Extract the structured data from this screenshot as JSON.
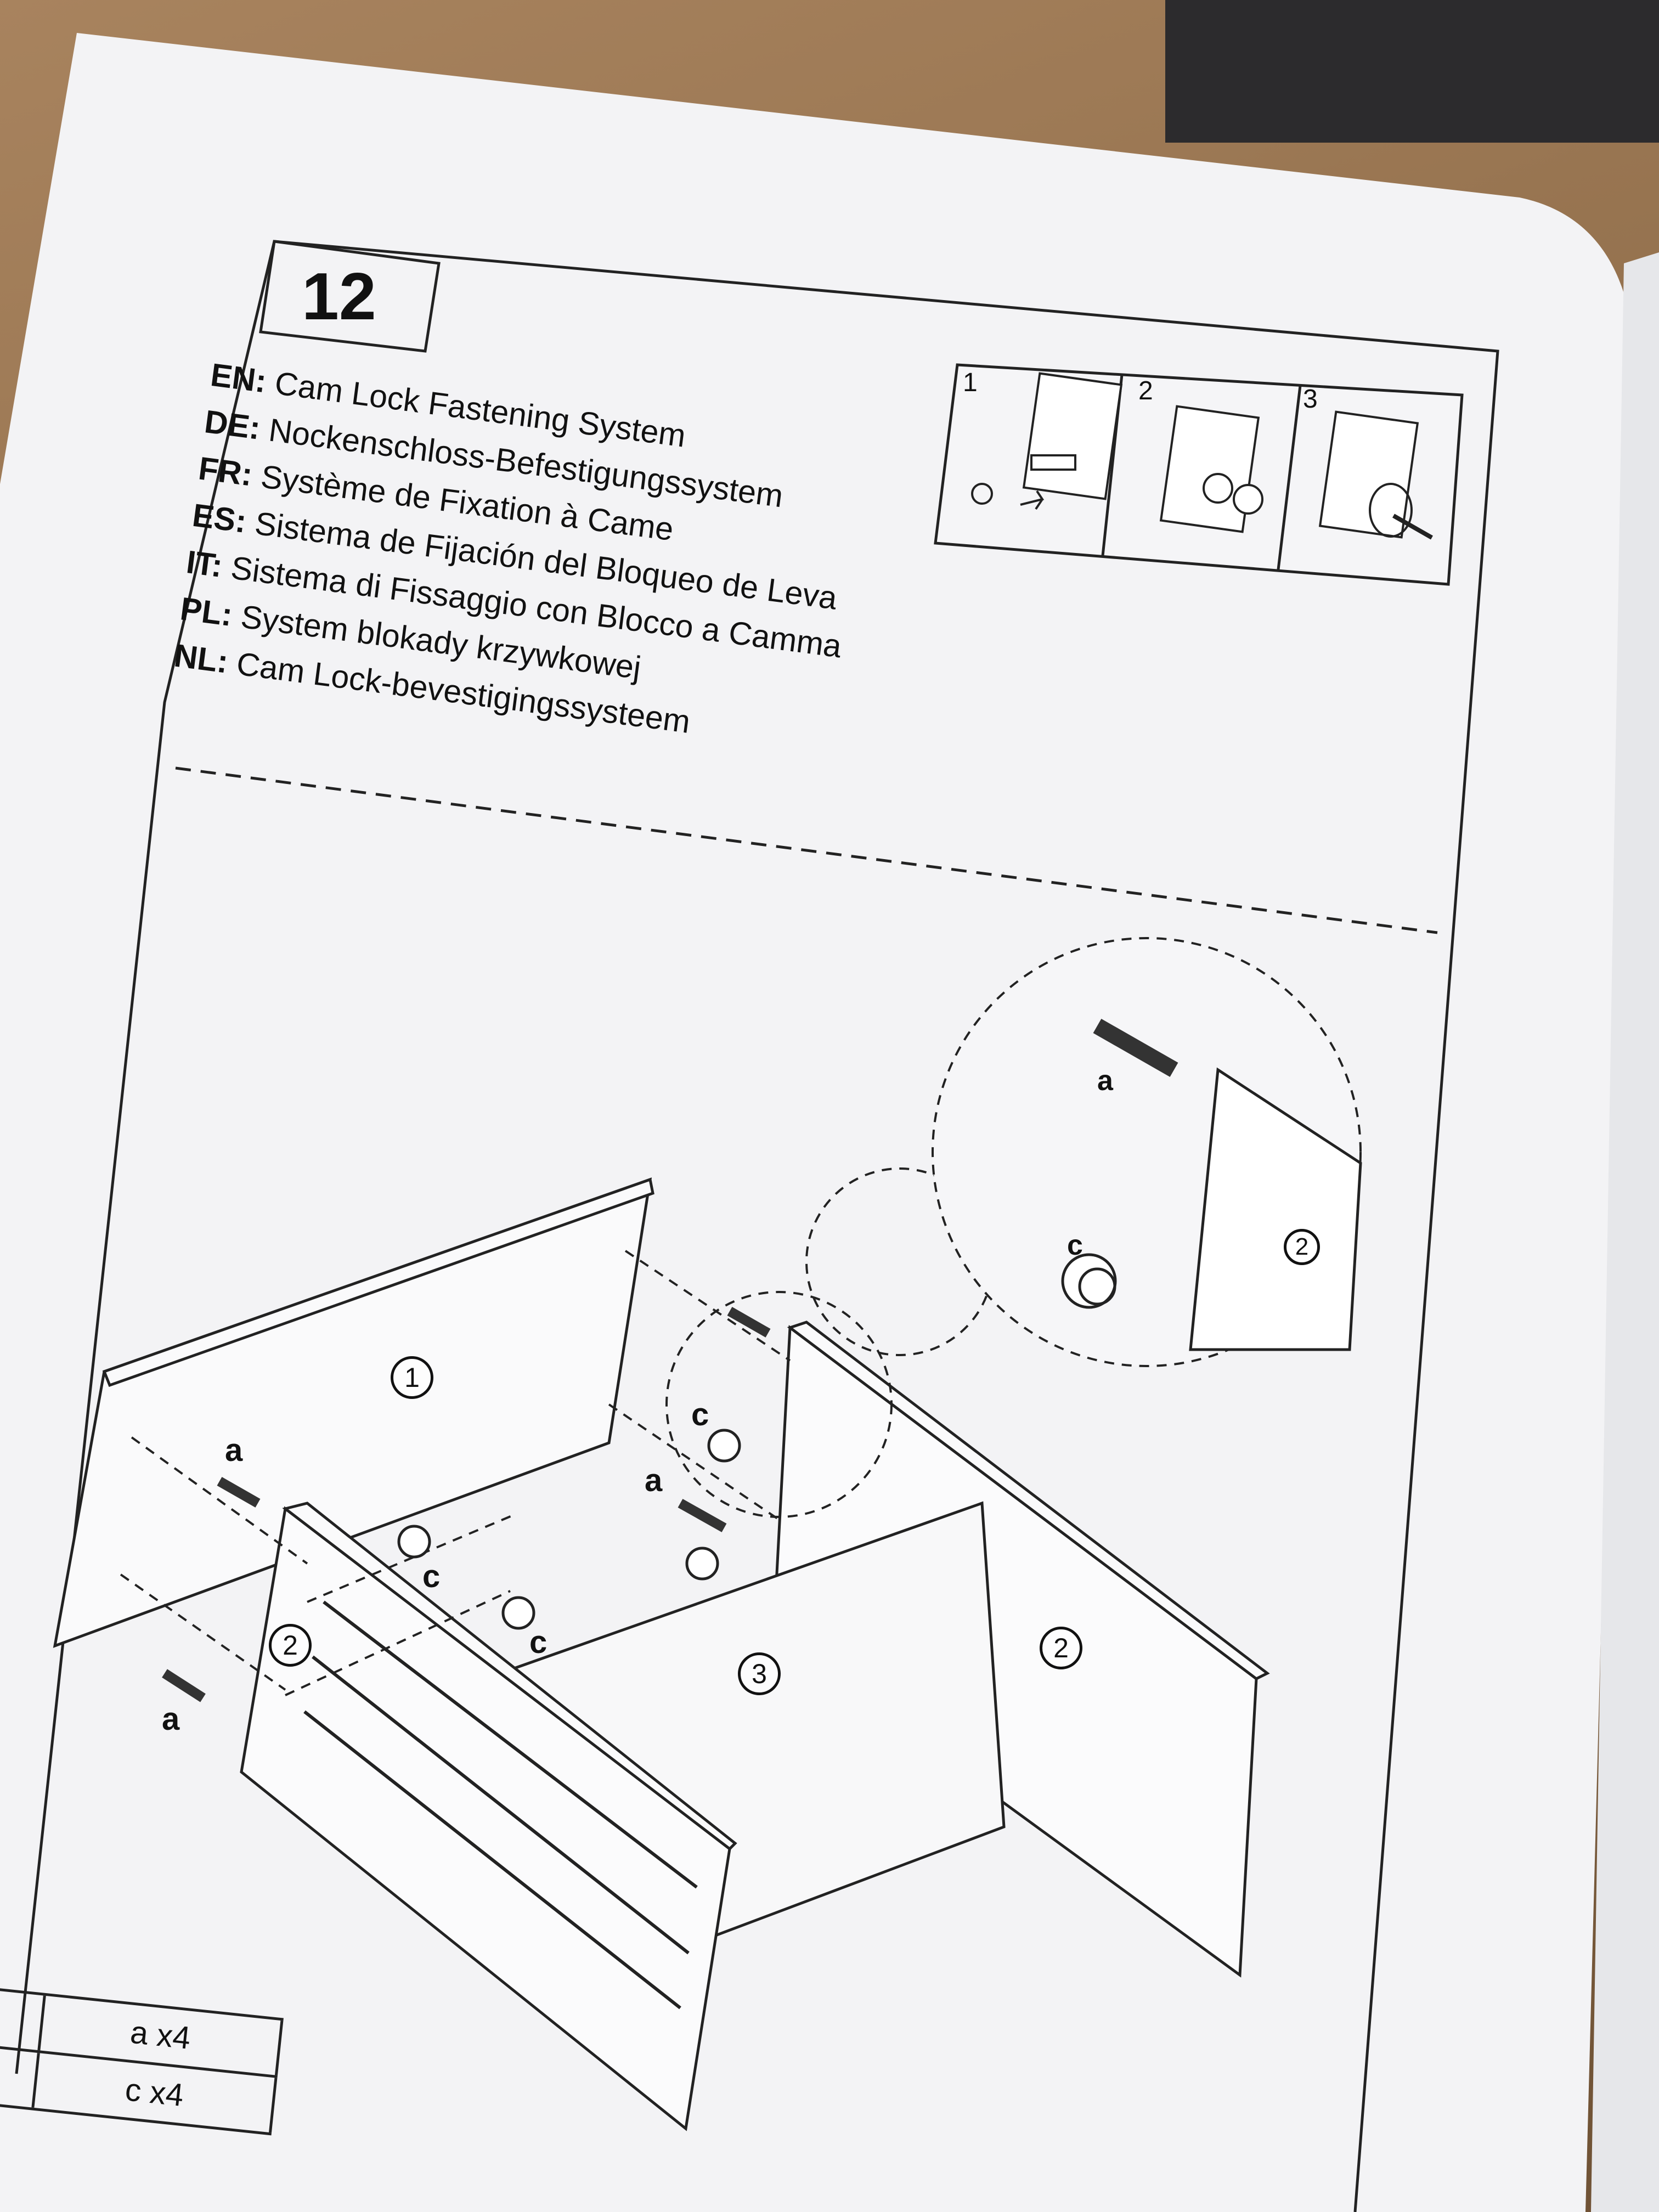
{
  "step": {
    "number": "12"
  },
  "titles": [
    {
      "code": "EN:",
      "text": "Cam Lock Fastening System"
    },
    {
      "code": "DE:",
      "text": "Nockenschloss-Befestigungssystem"
    },
    {
      "code": "FR:",
      "text": "Système de Fixation à Came"
    },
    {
      "code": "ES:",
      "text": "Sistema de Fijación del Bloqueo de Leva"
    },
    {
      "code": "IT:",
      "text": "Sistema di Fissaggio con Blocco a Camma"
    },
    {
      "code": "PL:",
      "text": "System blokady krzywkowej"
    },
    {
      "code": "NL:",
      "text": "Cam Lock-bevestigingssysteem"
    }
  ],
  "inset_steps": [
    "1",
    "2",
    "3"
  ],
  "diagram": {
    "panel_labels": [
      "1",
      "2",
      "3",
      "2",
      "2"
    ],
    "part_labels": [
      "a",
      "a",
      "a",
      "a",
      "c",
      "c",
      "c",
      "c"
    ]
  },
  "parts_list": [
    {
      "label": "a",
      "qty": "x4"
    },
    {
      "label": "c",
      "qty": "x4"
    }
  ],
  "colors": {
    "paper": "#f2f2f4",
    "ink": "#111111",
    "cardboard": "#8d6b48"
  }
}
